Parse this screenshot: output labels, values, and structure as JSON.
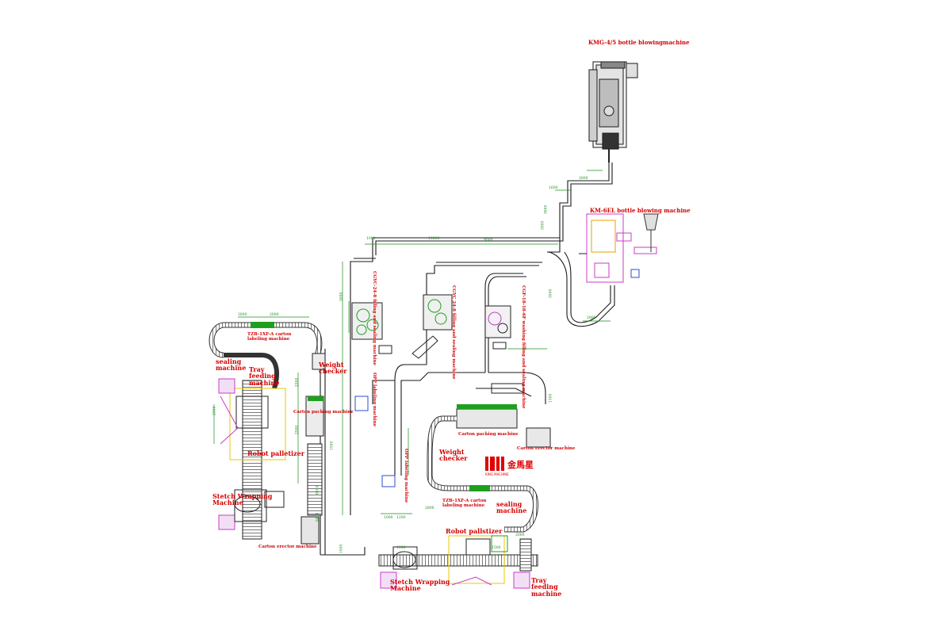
{
  "colors": {
    "conveyor": "#1a1a1a",
    "dimension": "#1f8a1f",
    "label": "#d40000",
    "machine_outline": "#7a2a8a",
    "magenta": "#c83cc8",
    "accent_yellow": "#e8c800",
    "accent_green": "#1ea01e",
    "brand_red": "#e00000",
    "blue_detail": "#2a4fd0"
  },
  "labels": {
    "bottle_blowing_top": "KMG-4/5 bottle blowingmachine",
    "bottle_blowing_right": "KM-6EL bottle blowing machine",
    "carton_labeling_left": "TZB-1XF-A carton\nlabeling machine",
    "sealing_left": "sealing\nmachine",
    "tray_left": "Tray\nfeeding\nmachine",
    "weight_checker_left": "Weight\nchecker",
    "carton_packing_left": "Carton packing machine",
    "robot_palletizer_left": "Robot palletizer",
    "stretch_wrapping_left": "Stetch Wrapping\nMachine",
    "carton_erector_left": "Carton erector machine",
    "filling_sealing_1": "CGYC-24-8 filling and sealing machine",
    "filling_sealing_2": "CGYC 24-8 filling and sealing machine",
    "washing_filling": "CGF-18-18-6F washing filling and sealing machine",
    "opp_labeling_1": "OPP labeling machine",
    "opp_labeling_2": "OPP labeling machine",
    "carton_packing_right": "Carton packing machine",
    "carton_erector_right": "Carton erector machine",
    "weight_checker_right": "Weight\nchecker",
    "carton_labeling_right": "TZB-1XF-A carton\nlabeling machine",
    "sealing_right": "sealing\nmachine",
    "robot_palletizer_right": "Robot pallstizer",
    "stretch_wrapping_right": "Stetch Wrapping\nMachine",
    "tray_right": "Tray\nfeeding\nmachine"
  },
  "brand": {
    "logo_text": "金馬星",
    "logo_sub": "KING MACHINE"
  },
  "dimensions": [
    "3000",
    "1600",
    "3600",
    "3000",
    "10000",
    "1000",
    "9000",
    "3000",
    "2800",
    "3000",
    "3000",
    "2000",
    "2000",
    "2500",
    "2500",
    "1500",
    "8000",
    "5000",
    "1000",
    "1000",
    "1200",
    "2800",
    "2000",
    "1500",
    "1000",
    "1300"
  ]
}
